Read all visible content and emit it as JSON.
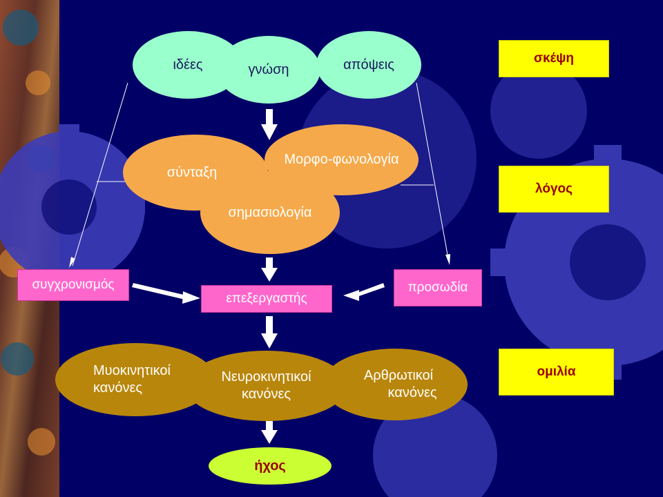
{
  "nodes": {
    "idees": "ιδέες",
    "gnosi": "γνώση",
    "apopseis": "απόψεις",
    "syntaxi": "σύνταξη",
    "morfo": "Μορφο-φωνολογία",
    "simasio": "σημασιολογία",
    "sygxronismos": "συγχρονισμός",
    "prosodia": "προσωδία",
    "epexergastis": "επεξεργαστής",
    "myo_line1": "Μυοκινητικοί",
    "myo_line2": "κανόνες",
    "neuro_line1": "Νευροκινητικοί",
    "neuro_line2": "κανόνες",
    "arthro_line1": "Αρθρωτικοί",
    "arthro_line2": "κανόνες",
    "ixos": "ήχος"
  },
  "levels": {
    "skepsi": "σκέψη",
    "logos": "λόγος",
    "omilia": "ομιλία"
  },
  "colors": {
    "background": "#000066",
    "gear": "#3d3db8",
    "thought_ellipse": "#99ffcc",
    "language_ellipse": "#f5a94a",
    "speech_ellipse": "#b8860b",
    "pink_box": "#ff66cc",
    "level_box": "#ffff00",
    "level_text": "#990000",
    "sound_ellipse": "#ccff33"
  }
}
